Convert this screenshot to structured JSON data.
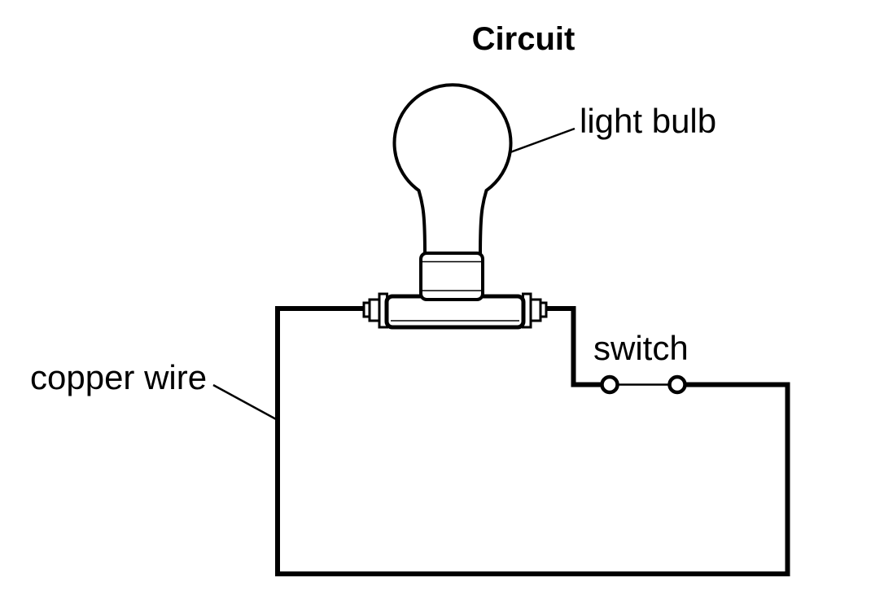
{
  "diagram": {
    "title": "Circuit",
    "labels": {
      "light_bulb": "light bulb",
      "switch": "switch",
      "copper_wire": "copper wire"
    },
    "colors": {
      "line": "#000000",
      "background": "#ffffff",
      "fill": "#ffffff"
    }
  }
}
